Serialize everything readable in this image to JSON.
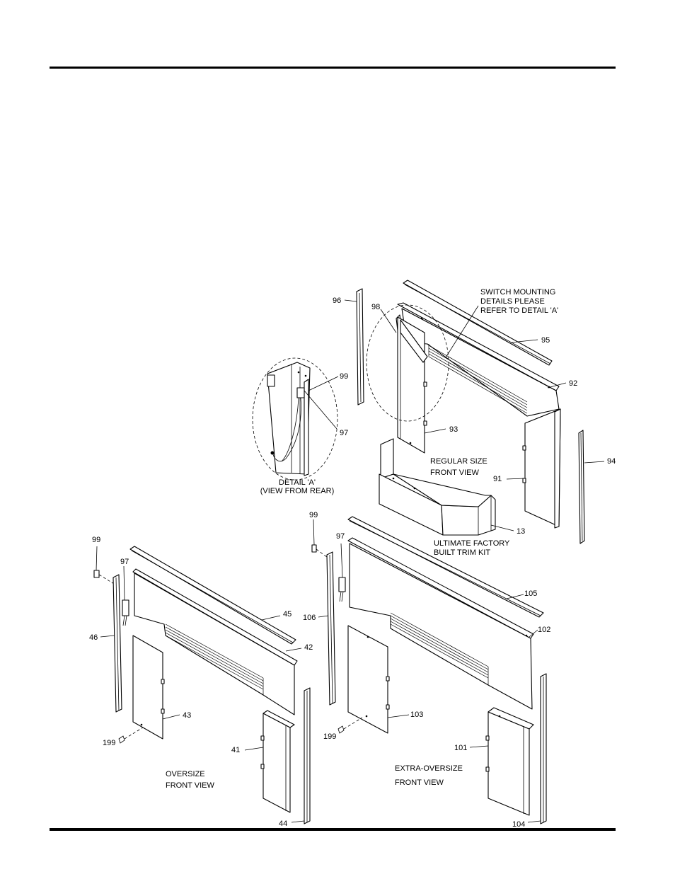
{
  "callouts": {
    "p96": "96",
    "p98": "98",
    "p95": "95",
    "p92": "92",
    "p94": "94",
    "p93": "93",
    "p91": "91",
    "p13": "13",
    "p99_detail": "99",
    "p97_detail": "97",
    "p99_left": "99",
    "p97_left": "97",
    "p46": "46",
    "p45": "45",
    "p42": "42",
    "p43": "43",
    "p41": "41",
    "p44": "44",
    "p199_left": "199",
    "p99_right": "99",
    "p97_right": "97",
    "p106": "106",
    "p105": "105",
    "p102": "102",
    "p103": "103",
    "p101": "101",
    "p104": "104",
    "p199_right": "199"
  },
  "notes": {
    "switch_line1": "SWITCH MOUNTING",
    "switch_line2": "DETAILS PLEASE",
    "switch_line3": "REFER TO DETAIL 'A'",
    "detail_line1": "DETAIL 'A'",
    "detail_line2": "(VIEW FROM REAR)",
    "regular_line1": "REGULAR SIZE",
    "regular_line2": "FRONT VIEW",
    "trim_line1": "ULTIMATE FACTORY",
    "trim_line2": "BUILT TRIM KIT",
    "oversize_line1": "OVERSIZE",
    "oversize_line2": "FRONT VIEW",
    "extra_line1": "EXTRA-OVERSIZE",
    "extra_line2": "FRONT VIEW"
  }
}
